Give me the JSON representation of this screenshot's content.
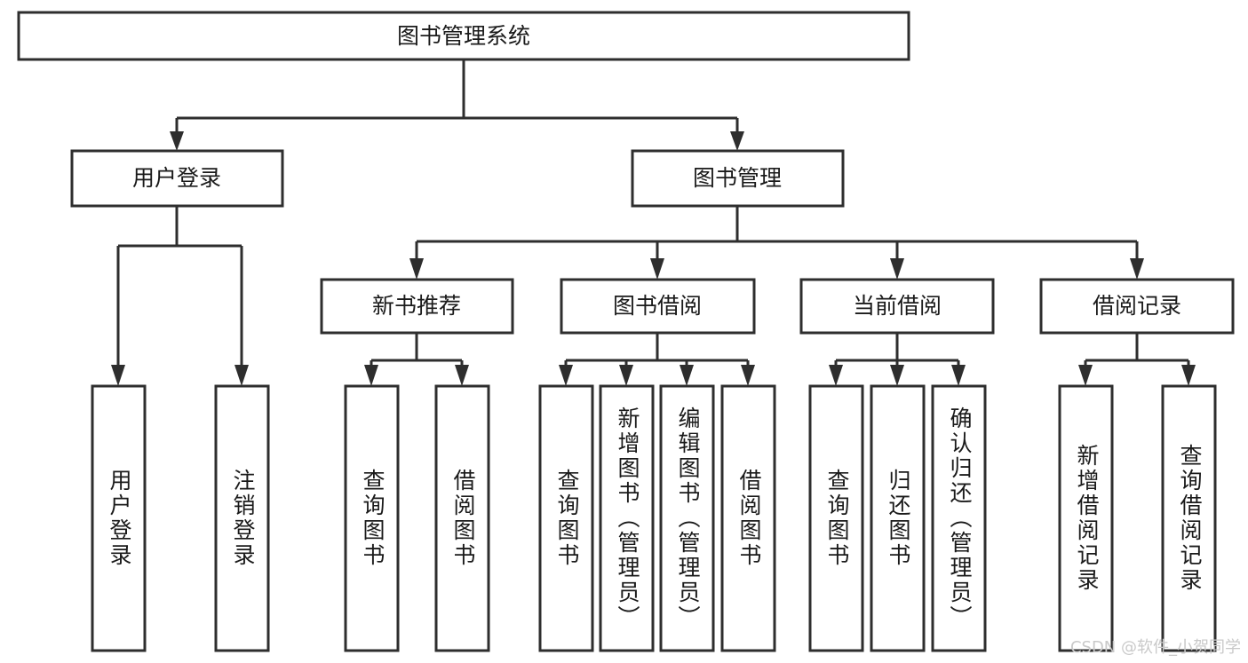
{
  "diagram": {
    "type": "tree-hierarchy",
    "title": "图书管理系统",
    "background_color": "#ffffff",
    "line_color": "#2e2e2e",
    "box_fill": "#ffffff",
    "text_color": "#1a1a1a",
    "root": {
      "id": "root",
      "label": "图书管理系统",
      "orientation": "horizontal"
    },
    "level2": [
      {
        "id": "user-login",
        "label": "用户登录",
        "orientation": "horizontal"
      },
      {
        "id": "book-manage",
        "label": "图书管理",
        "orientation": "horizontal"
      }
    ],
    "level3": [
      {
        "id": "new-book-recommend",
        "label": "新书推荐",
        "orientation": "horizontal",
        "parent": "book-manage"
      },
      {
        "id": "book-borrow",
        "label": "图书借阅",
        "orientation": "horizontal",
        "parent": "book-manage"
      },
      {
        "id": "current-borrow",
        "label": "当前借阅",
        "orientation": "horizontal",
        "parent": "book-manage"
      },
      {
        "id": "borrow-record",
        "label": "借阅记录",
        "orientation": "horizontal",
        "parent": "book-manage"
      }
    ],
    "leaves": [
      {
        "id": "leaf-user-login",
        "label": "用户登录",
        "orientation": "vertical",
        "parent": "user-login"
      },
      {
        "id": "leaf-user-logout",
        "label": "注销登录",
        "orientation": "vertical",
        "parent": "user-login"
      },
      {
        "id": "leaf-query-book-1",
        "label": "查询图书",
        "orientation": "vertical",
        "parent": "new-book-recommend"
      },
      {
        "id": "leaf-borrow-book-1",
        "label": "借阅图书",
        "orientation": "vertical",
        "parent": "new-book-recommend"
      },
      {
        "id": "leaf-query-book-2",
        "label": "查询图书",
        "orientation": "vertical",
        "parent": "book-borrow"
      },
      {
        "id": "leaf-add-book",
        "label": "新增图书（管理员）",
        "orientation": "vertical",
        "parent": "book-borrow"
      },
      {
        "id": "leaf-edit-book",
        "label": "编辑图书（管理员）",
        "orientation": "vertical",
        "parent": "book-borrow"
      },
      {
        "id": "leaf-borrow-book-2",
        "label": "借阅图书",
        "orientation": "vertical",
        "parent": "book-borrow"
      },
      {
        "id": "leaf-query-book-3",
        "label": "查询图书",
        "orientation": "vertical",
        "parent": "current-borrow"
      },
      {
        "id": "leaf-return-book",
        "label": "归还图书",
        "orientation": "vertical",
        "parent": "current-borrow"
      },
      {
        "id": "leaf-confirm-return",
        "label": "确认归还（管理员）",
        "orientation": "vertical",
        "parent": "current-borrow"
      },
      {
        "id": "leaf-add-record",
        "label": "新增借阅记录",
        "orientation": "vertical",
        "parent": "borrow-record"
      },
      {
        "id": "leaf-query-record",
        "label": "查询借阅记录",
        "orientation": "vertical",
        "parent": "borrow-record"
      }
    ]
  },
  "watermark": {
    "text": "CSDN @软件_小贺同学",
    "color": "#c9c9c9"
  }
}
